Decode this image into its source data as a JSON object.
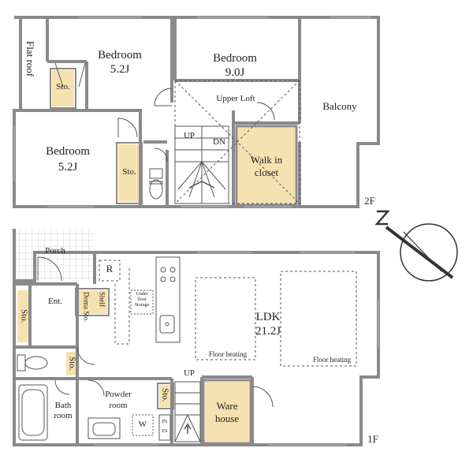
{
  "floor2": {
    "floor_label": "2F",
    "flat_roof": "Flat roof",
    "bedroom_a": {
      "name": "Bedroom",
      "size": "5.2J"
    },
    "bedroom_b": {
      "name": "Bedroom",
      "size": "9.0J"
    },
    "bedroom_c": {
      "name": "Bedroom",
      "size": "5.2J"
    },
    "storage_a": "Sto.",
    "storage_b": "Sto.",
    "upper_loft": "Upper Loft",
    "balcony": "Balcony",
    "walk_in_closet": [
      "Walk in",
      "closet"
    ],
    "stair_up": "UP",
    "stair_down": "DN"
  },
  "floor1": {
    "floor_label": "1F",
    "porch": "Porch",
    "r_mark": "R",
    "entrance": "Ent.",
    "shelf": "Shelf",
    "doma_storage": "Doma Sto.",
    "storage_entry": "Sto.",
    "storage_toilet": "Sto.",
    "storage_powder": "Sto.",
    "under_floor_storage": [
      "Under",
      "floor",
      "Storage"
    ],
    "ldk": {
      "name": "LDK",
      "size": "21.2J"
    },
    "floor_heating_a": "Floor heating",
    "floor_heating_b": "Floor heating",
    "stair_up": "UP",
    "bathroom": [
      "Bath",
      "room"
    ],
    "powder_room": [
      "Powder",
      "room"
    ],
    "w_mark": "W",
    "ps": "PS",
    "es": "ES",
    "warehouse": [
      "Ware",
      "house"
    ]
  },
  "colors": {
    "wall": "#8a8a8a",
    "storage_fill": "#f5e2b0",
    "porch_tile": "#c8c8c8",
    "line": "#555555"
  },
  "compass_icon": "north-arrow-compass"
}
